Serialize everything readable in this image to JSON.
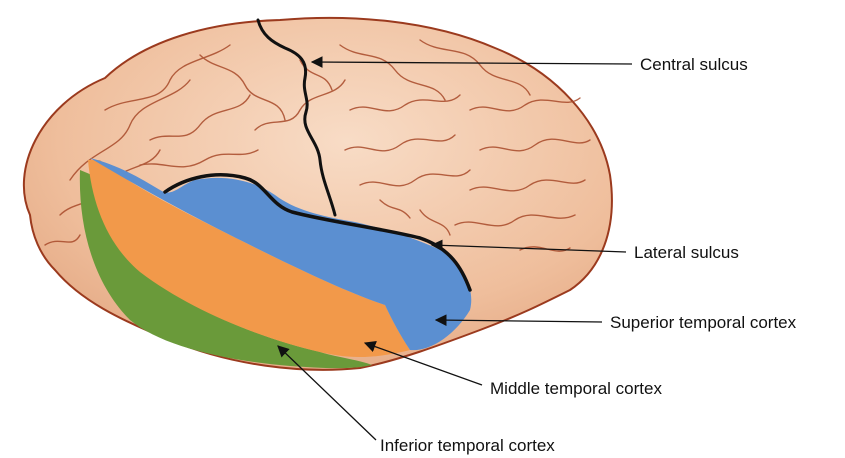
{
  "figure": {
    "labels": {
      "central_sulcus": "Central sulcus",
      "lateral_sulcus": "Lateral sulcus",
      "superior_temporal": "Superior temporal cortex",
      "middle_temporal": "Middle temporal cortex",
      "inferior_temporal": "Inferior temporal cortex"
    }
  },
  "colors": {
    "brain_fill": "#f2c4a4",
    "brain_outline": "#9b3a1e",
    "gyri_lines": "#a84a2a",
    "sulcus_line": "#111111",
    "superior_temporal": "#5b8fd1",
    "middle_temporal": "#f2994a",
    "inferior_temporal": "#6a9a3a"
  }
}
